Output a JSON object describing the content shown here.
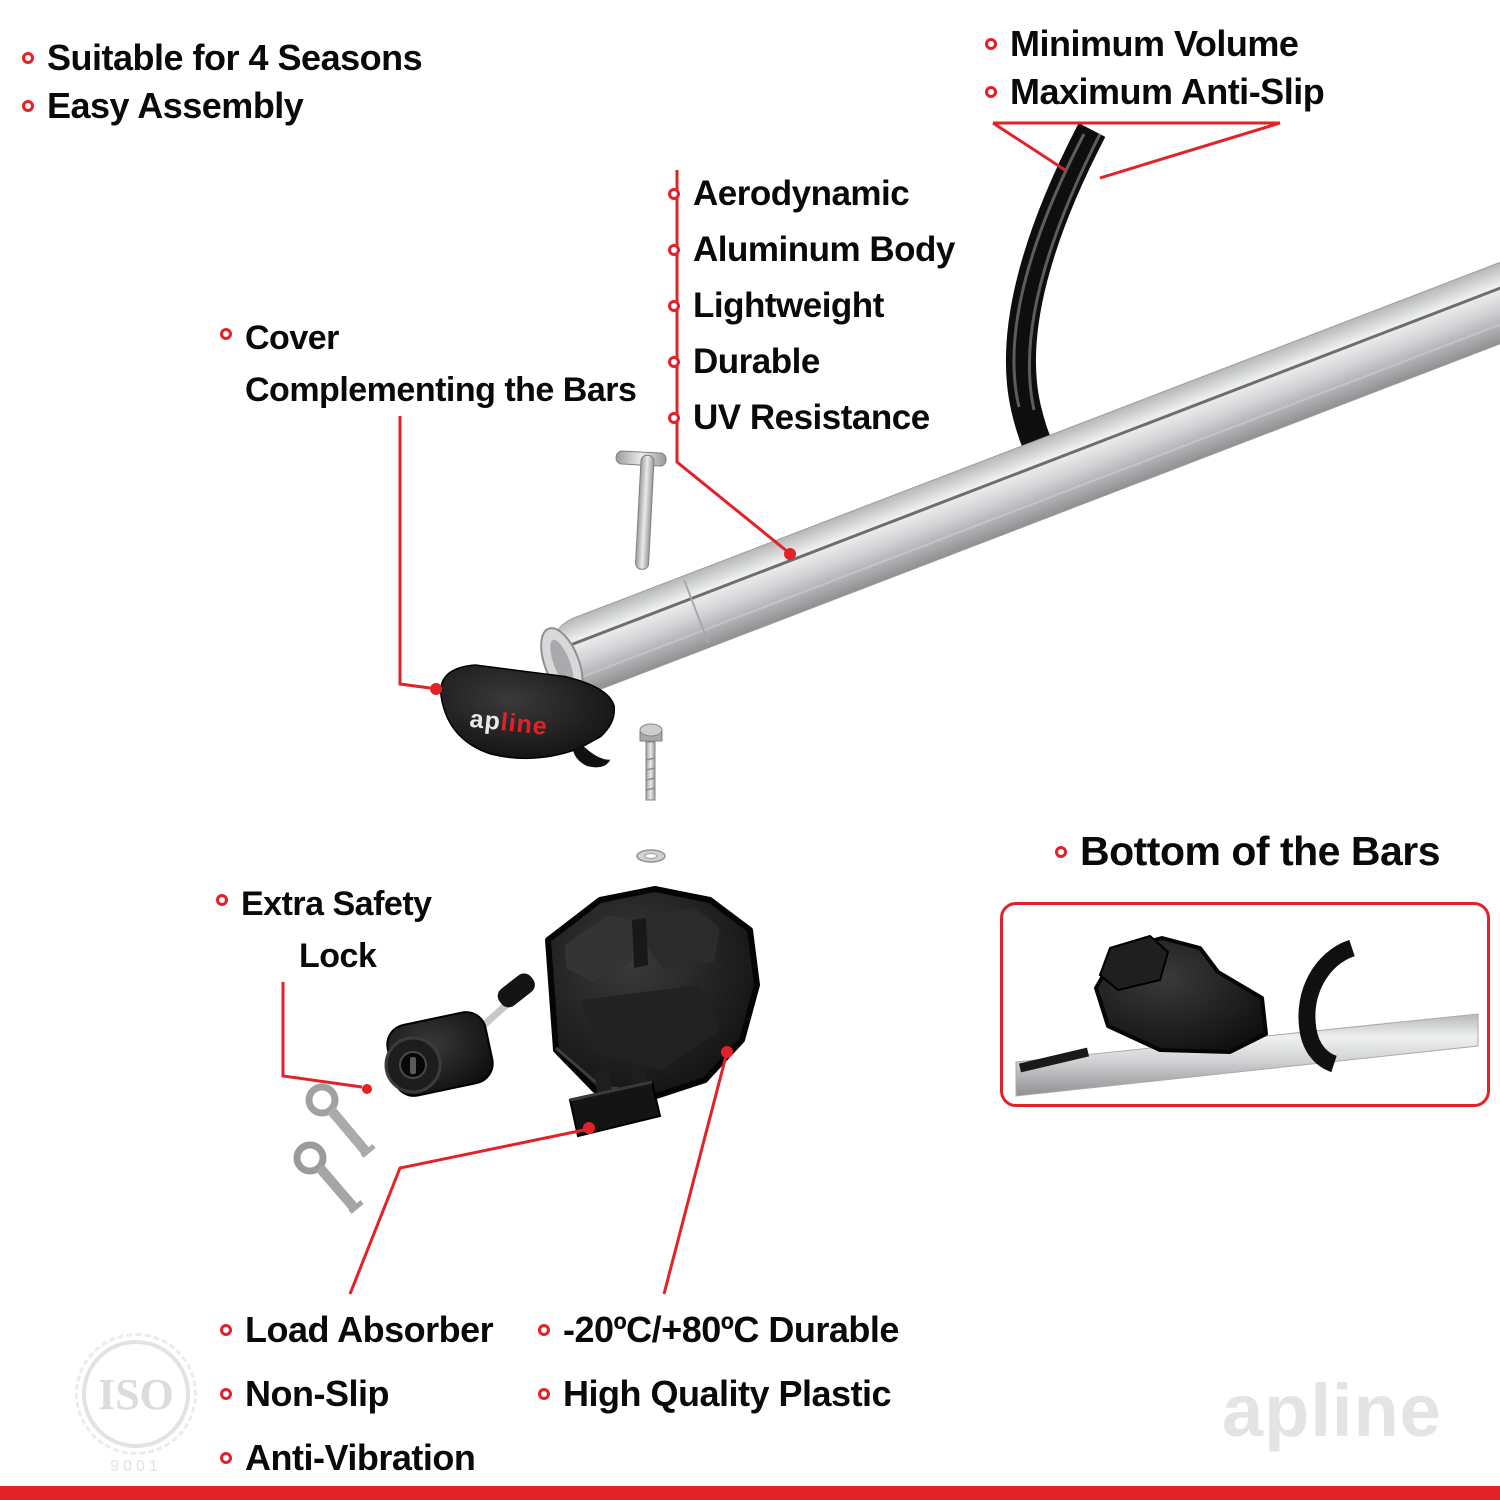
{
  "colors": {
    "accent": "#e32227",
    "bar_silver": "#d3d4d6",
    "plastic_black": "#111111",
    "watermark_gray": "#e4e4e5"
  },
  "callouts": {
    "top_left": {
      "items": [
        "Suitable for 4 Seasons",
        "Easy Assembly"
      ]
    },
    "top_right": {
      "items": [
        "Minimum Volume",
        "Maximum Anti-Slip"
      ]
    },
    "cover": {
      "line1": "Cover",
      "line2": "Complementing the Bars"
    },
    "bar_features": {
      "items": [
        "Aerodynamic",
        "Aluminum Body",
        "Lightweight",
        "Durable",
        "UV Resistance"
      ]
    },
    "bottom_bars": {
      "label": "Bottom of the Bars"
    },
    "safety_lock": {
      "line1": "Extra Safety",
      "line2": "Lock"
    },
    "bottom_left": {
      "items": [
        "Load Absorber",
        "Non-Slip",
        "Anti-Vibration"
      ]
    },
    "bottom_center": {
      "items": [
        "-20ºC/+80ºC Durable",
        "High Quality Plastic"
      ]
    }
  },
  "branding": {
    "cover_logo_ap": "ap",
    "cover_logo_line": "line",
    "watermark": "apline",
    "iso_label": "ISO",
    "iso_sub": "9001"
  }
}
